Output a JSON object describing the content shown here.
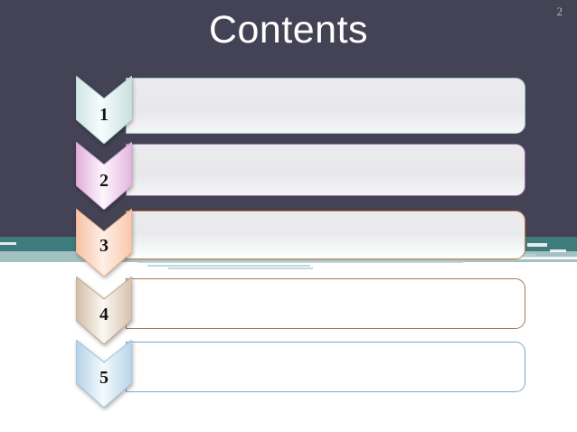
{
  "slide": {
    "title": "Contents",
    "page_number": "2",
    "background_top_color": "#434355",
    "background_band_color": "#3d7b7d",
    "background_band_light_color": "#a4c1c1",
    "background_bottom_color": "#ffffff",
    "title_color": "#ffffff",
    "page_number_color": "#b9b9c4"
  },
  "rows": [
    {
      "number": "1",
      "text": "",
      "chevron_top_color": "#cfe4e3",
      "chevron_mid_color": "#f3fbfb",
      "chevron_bottom_color": "#c8e0df",
      "bar_border_color": "#a9c5c8",
      "bar_fill_color": "#e9e9eb",
      "bar_fill_bottom_color": "#f3f4f5"
    },
    {
      "number": "2",
      "text": "",
      "chevron_top_color": "#e3b7dd",
      "chevron_mid_color": "#fdf3fb",
      "chevron_bottom_color": "#e6bce0",
      "bar_border_color": "#a06fb0",
      "bar_fill_color": "#e9e9eb",
      "bar_fill_bottom_color": "#f3f4f5"
    },
    {
      "number": "3",
      "text": "",
      "chevron_top_color": "#f6c3a6",
      "chevron_mid_color": "#fdeee6",
      "chevron_bottom_color": "#f7c8ad",
      "bar_border_color": "#c77b45",
      "bar_fill_color": "#e9e9eb",
      "bar_fill_bottom_color": "#fbfcfc"
    },
    {
      "number": "4",
      "text": "",
      "chevron_top_color": "#d6c2ad",
      "chevron_mid_color": "#faf5ef",
      "chevron_bottom_color": "#d8c4b0",
      "bar_border_color": "#9c7a5e",
      "bar_fill_color": "#ffffff",
      "bar_fill_bottom_color": "#ffffff"
    },
    {
      "number": "5",
      "text": "",
      "chevron_top_color": "#b7d3e8",
      "chevron_mid_color": "#f2f8fc",
      "chevron_bottom_color": "#bbd6ea",
      "bar_border_color": "#7aa9cc",
      "bar_fill_color": "#ffffff",
      "bar_fill_bottom_color": "#ffffff"
    }
  ]
}
